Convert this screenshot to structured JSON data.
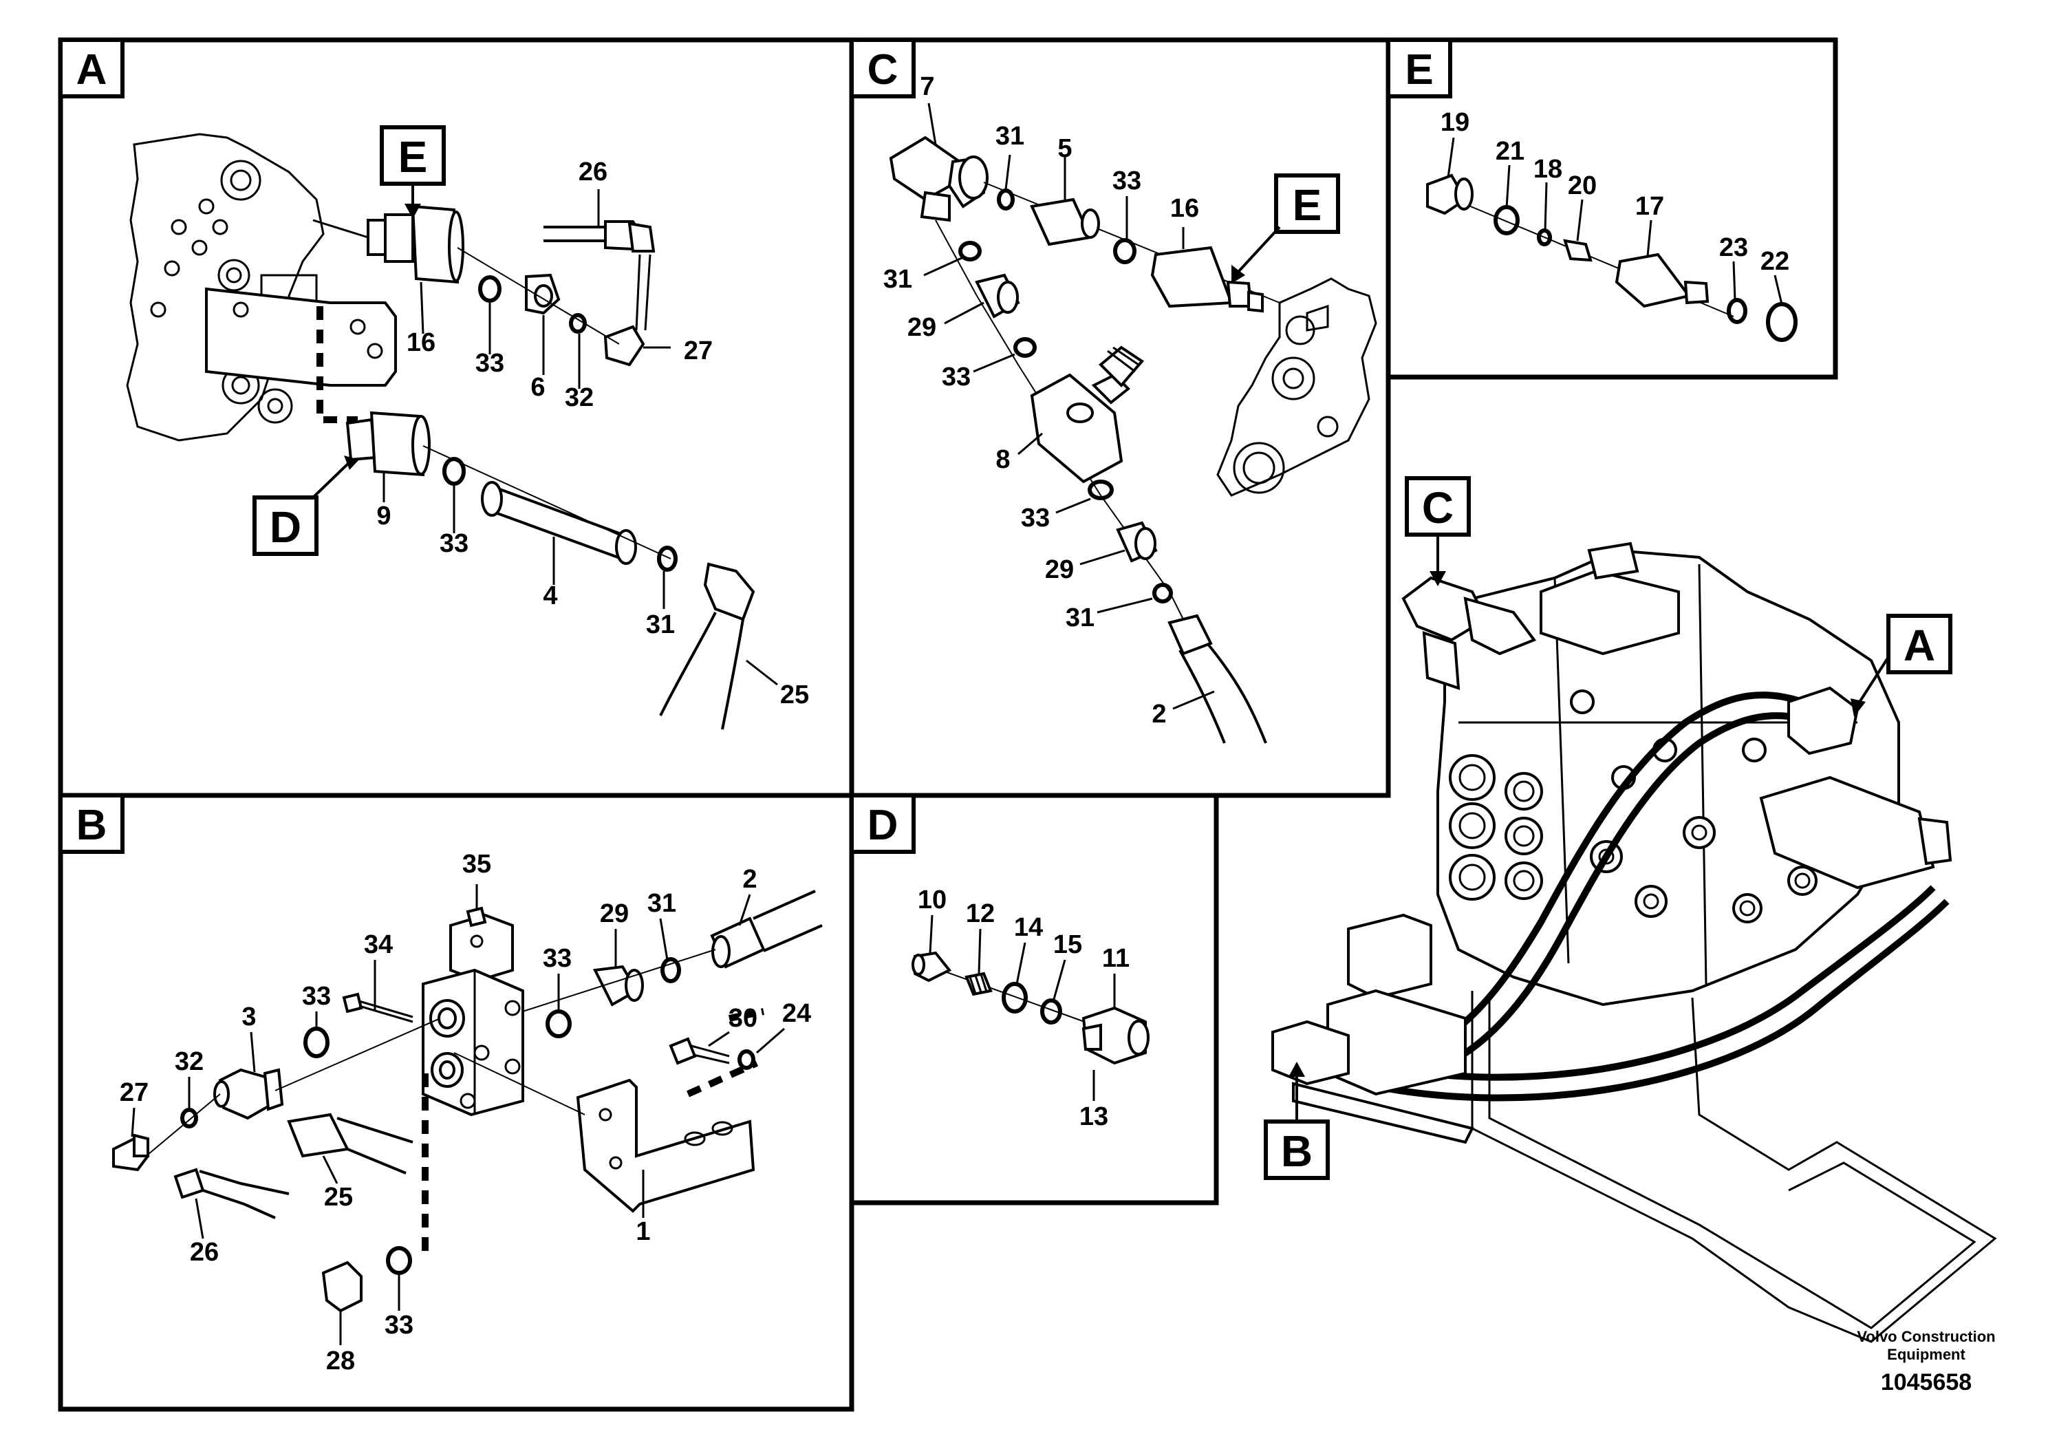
{
  "panels": {
    "A": "A",
    "B": "B",
    "C": "C",
    "D": "D",
    "E": "E"
  },
  "callouts": {
    "E_in_A": "E",
    "D_in_A": "D",
    "E_in_C": "E",
    "C_on_overview": "C",
    "A_on_overview": "A",
    "B_on_overview": "B"
  },
  "part_numbers": {
    "A": [
      "16",
      "26",
      "27",
      "33",
      "6",
      "32",
      "9",
      "33",
      "4",
      "31",
      "25"
    ],
    "B": [
      "35",
      "2",
      "34",
      "33",
      "29",
      "31",
      "33",
      "30",
      "24",
      "3",
      "32",
      "27",
      "25",
      "26",
      "1",
      "28",
      "33"
    ],
    "C": [
      "7",
      "31",
      "5",
      "33",
      "16",
      "31",
      "29",
      "33",
      "8",
      "33",
      "29",
      "31",
      "2"
    ],
    "D": [
      "10",
      "12",
      "14",
      "15",
      "11",
      "13"
    ],
    "E": [
      "19",
      "21",
      "18",
      "20",
      "17",
      "23",
      "22"
    ]
  },
  "credit": {
    "company_line1": "Volvo Construction",
    "company_line2": "Equipment",
    "drawing_number": "1045658"
  }
}
